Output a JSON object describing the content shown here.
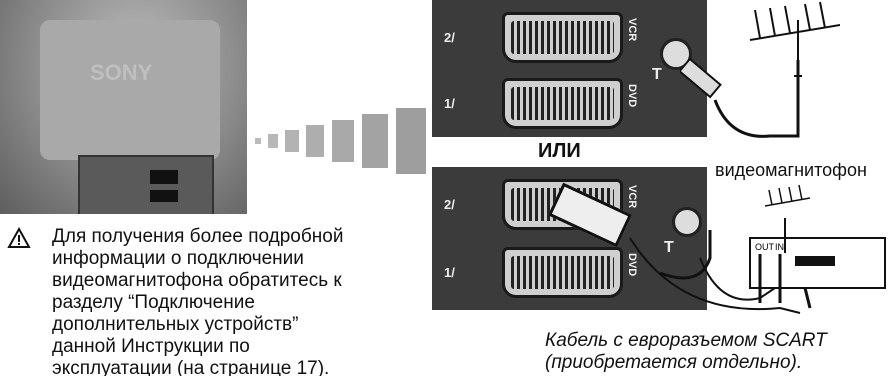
{
  "labels": {
    "or": "ИЛИ",
    "vcr_device": "видеомагнитофон",
    "scart_vcr": "VCR",
    "scart_dvd": "DVD",
    "port_2": "2/",
    "port_1": "1/",
    "out": "OUT",
    "in": "IN"
  },
  "note": {
    "lines": [
      "Для получения более подробной",
      "информации о подключении",
      "видеомагнитофона обратитесь к",
      "разделу “Подключение",
      "дополнительных устройств”",
      "данной Инструкции по",
      "эксплуатации (на странице 17)."
    ]
  },
  "cable_caption": {
    "line1": "Кабель с евроразъемом SCART",
    "line2": "(приобретается отдельно)."
  }
}
